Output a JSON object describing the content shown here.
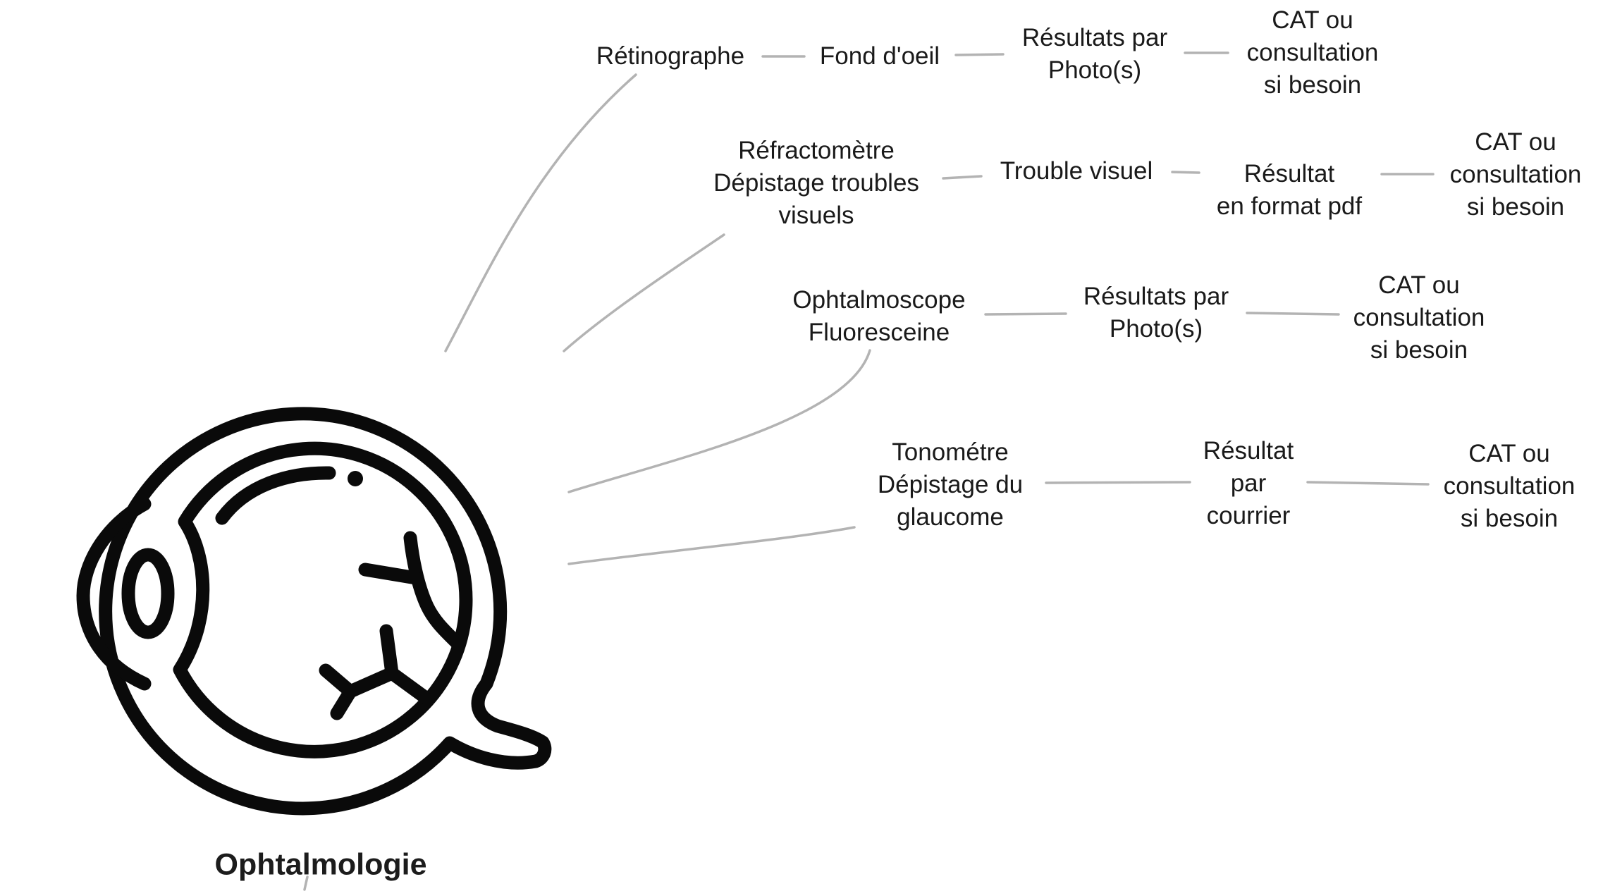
{
  "root": {
    "label": "Ophtalmologie",
    "icon": "eye-icon"
  },
  "branches": [
    {
      "id": "retinographe",
      "steps": [
        {
          "lines": [
            "Rétinographe"
          ]
        },
        {
          "lines": [
            "Fond d'oeil"
          ]
        },
        {
          "lines": [
            "Résultats par",
            "Photo(s)"
          ]
        },
        {
          "lines": [
            "CAT ou",
            "consultation",
            "si besoin"
          ]
        }
      ]
    },
    {
      "id": "refractometre",
      "steps": [
        {
          "lines": [
            "Réfractomètre",
            "Dépistage troubles",
            "visuels"
          ]
        },
        {
          "lines": [
            "Trouble visuel"
          ]
        },
        {
          "lines": [
            "Résultat",
            "en format pdf"
          ]
        },
        {
          "lines": [
            "CAT ou",
            "consultation",
            "si besoin"
          ]
        }
      ]
    },
    {
      "id": "ophtalmoscope",
      "steps": [
        {
          "lines": [
            "Ophtalmoscope",
            "Fluoresceine"
          ]
        },
        {
          "lines": [
            "Résultats par",
            "Photo(s)"
          ]
        },
        {
          "lines": [
            "CAT ou",
            "consultation",
            "si besoin"
          ]
        }
      ]
    },
    {
      "id": "tonometre",
      "steps": [
        {
          "lines": [
            "Tonométre",
            "Dépistage du",
            "glaucome"
          ]
        },
        {
          "lines": [
            "Résultat",
            "par",
            "courrier"
          ]
        },
        {
          "lines": [
            "CAT ou",
            "consultation",
            "si besoin"
          ]
        }
      ]
    }
  ],
  "colors": {
    "connector": "#b3b3b3",
    "text": "#1a1a1a",
    "icon": "#0a0a0a",
    "background": "#ffffff"
  }
}
